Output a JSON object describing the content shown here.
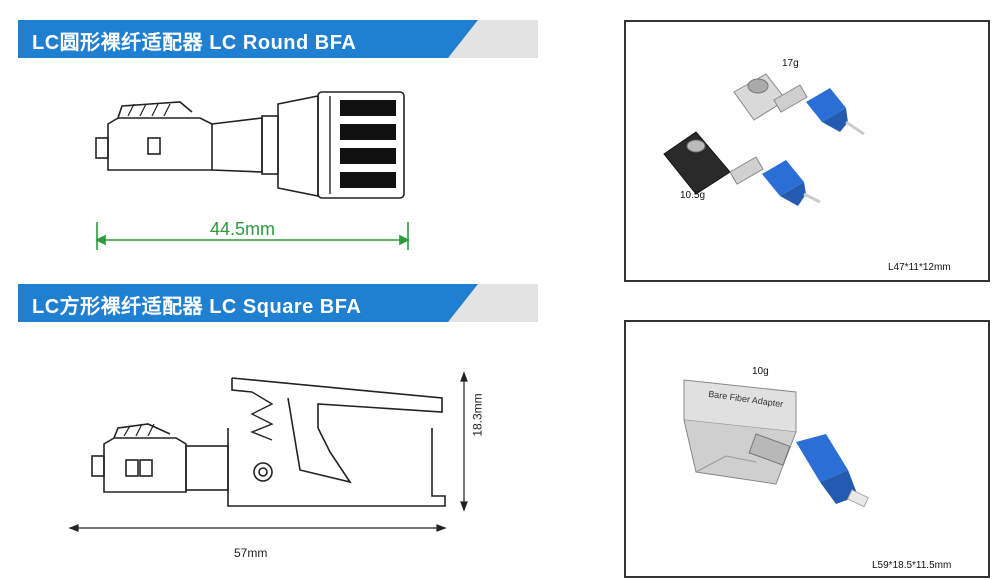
{
  "sections": {
    "round": {
      "title": "LC圆形裸纤适配器 LC Round BFA",
      "dimension_length": "44.5mm",
      "photo": {
        "weight_metal": "17g",
        "weight_black": "10.5g",
        "size": "L47*11*12mm"
      }
    },
    "square": {
      "title": "LC方形裸纤适配器 LC Square BFA",
      "dimension_length": "57mm",
      "dimension_height": "18.3mm",
      "photo": {
        "weight": "10g",
        "size": "L59*18.5*11.5mm",
        "engraving": "Bare Fiber Adapter"
      }
    }
  },
  "colors": {
    "banner_blue": "#1f7fd0",
    "banner_gray": "#e3e3e3",
    "dimension_green": "#2e9a3e",
    "connector_blue": "#2b6fd6"
  }
}
